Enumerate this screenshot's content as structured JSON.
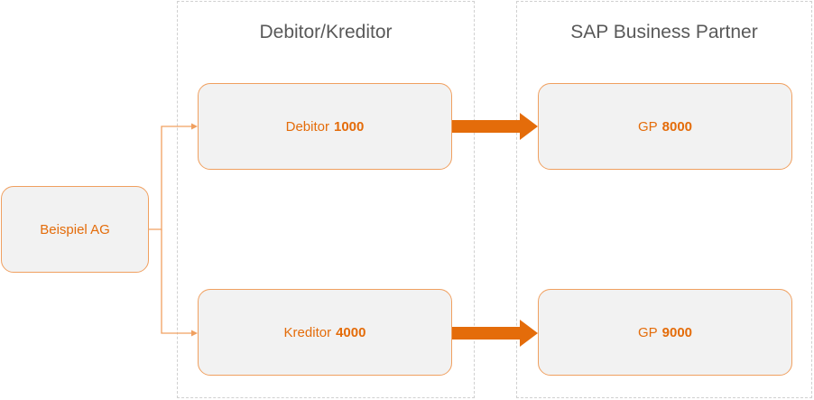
{
  "columns": {
    "left_title": "Debitor/Kreditor",
    "right_title": "SAP Business Partner"
  },
  "nodes": {
    "source": {
      "label": "Beispiel AG"
    },
    "debitor": {
      "prefix": "Debitor",
      "number": "1000"
    },
    "kreditor": {
      "prefix": "Kreditor",
      "number": "4000"
    },
    "gp_debitor": {
      "prefix": "GP",
      "number": "8000"
    },
    "gp_kreditor": {
      "prefix": "GP",
      "number": "9000"
    }
  },
  "colors": {
    "accent": "#e46c0a",
    "box_border": "#f0a060",
    "box_fill": "#f2f2f2",
    "connector": "#f0a060",
    "title_text": "#595959"
  }
}
